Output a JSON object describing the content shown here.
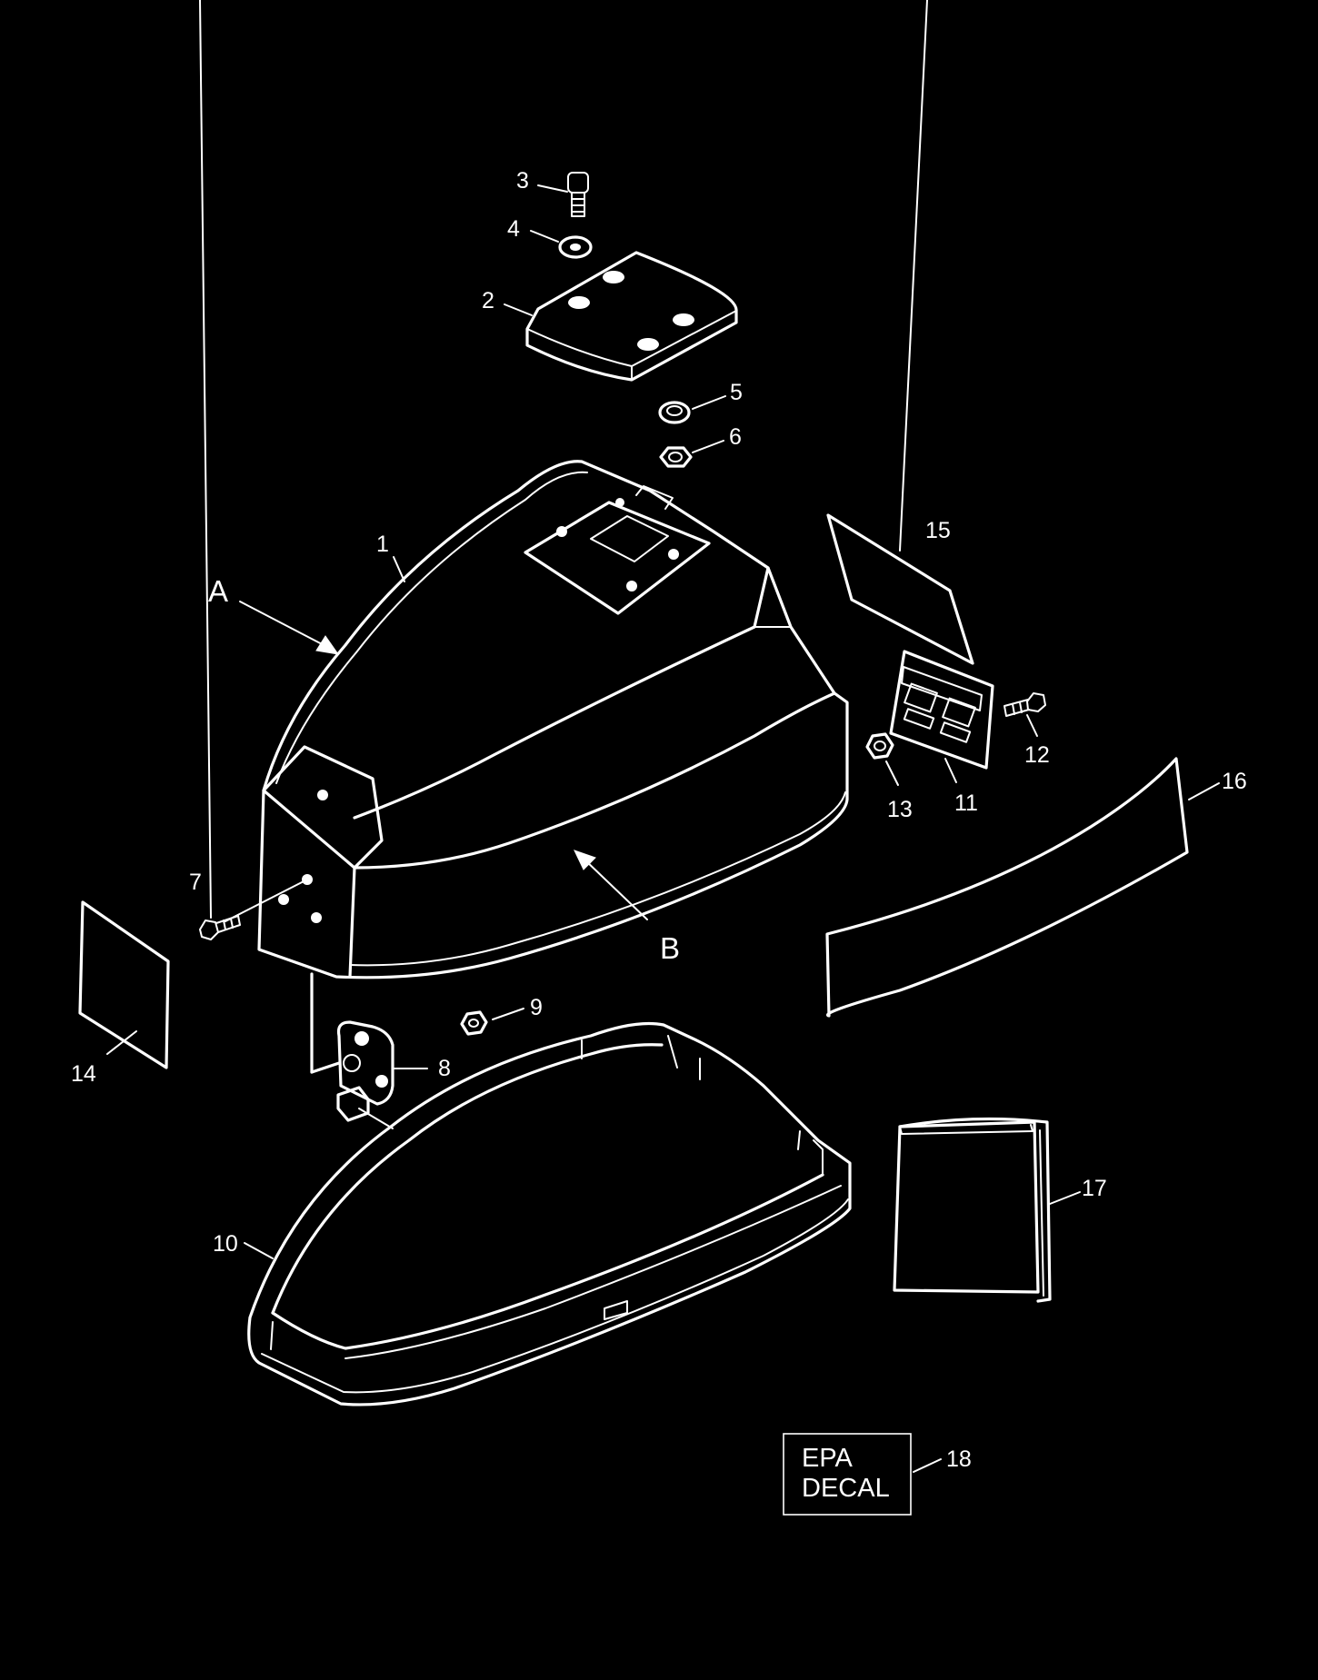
{
  "callouts": {
    "c1": "1",
    "c2": "2",
    "c3": "3",
    "c4": "4",
    "c5": "5",
    "c6": "6",
    "c7": "7",
    "c8": "8",
    "c9": "9",
    "c10": "10",
    "c11": "11",
    "c12": "12",
    "c13": "13",
    "c14": "14",
    "c15": "15",
    "c16": "16",
    "c17": "17",
    "c18": "18",
    "view_a": "A",
    "view_b": "B"
  },
  "epa_decal": {
    "line1": "EPA",
    "line2": "DECAL"
  }
}
